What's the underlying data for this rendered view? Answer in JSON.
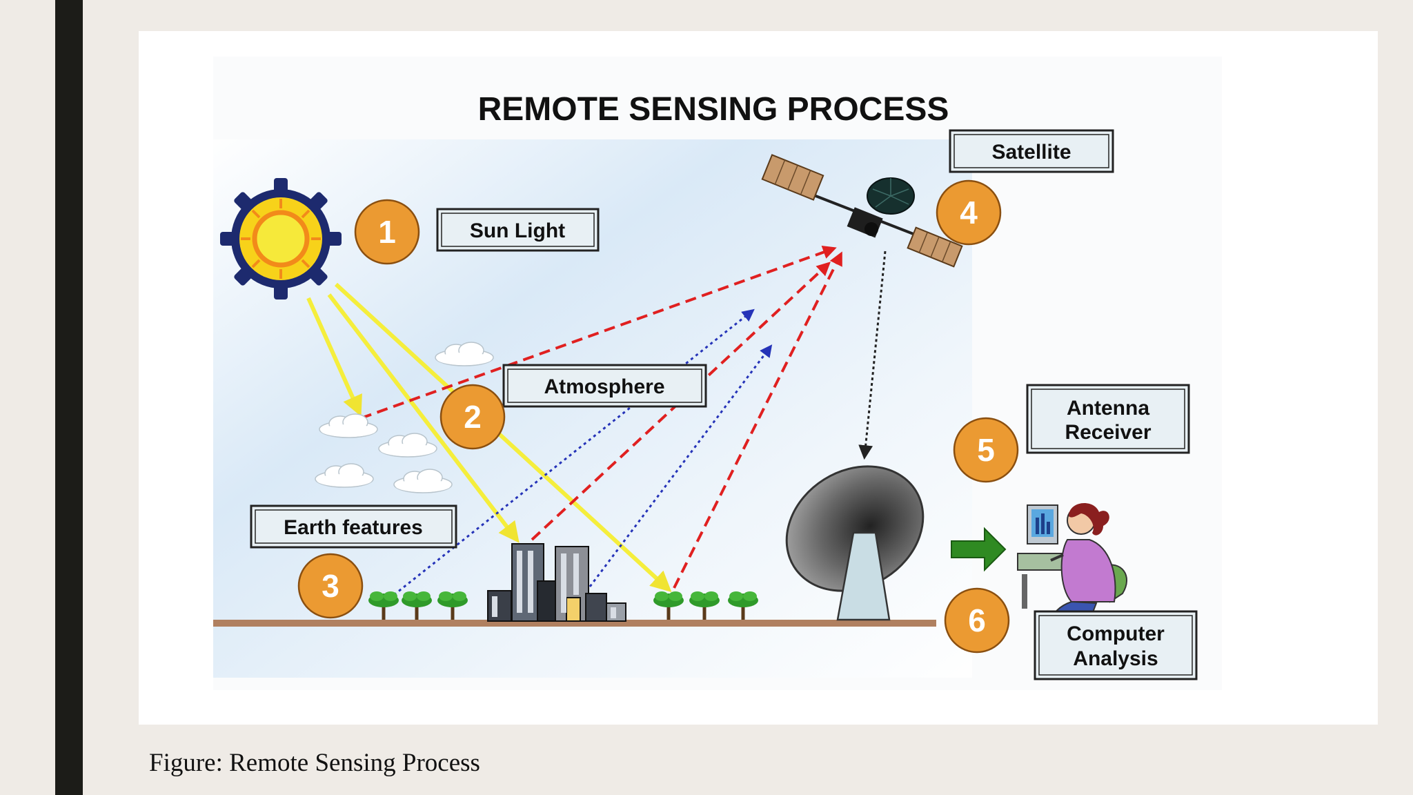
{
  "diagram": {
    "title": "REMOTE SENSING PROCESS",
    "labels": {
      "sun_light": "Sun Light",
      "atmosphere": "Atmosphere",
      "earth_features": "Earth features",
      "satellite": "Satellite",
      "antenna_line1": "Antenna",
      "antenna_line2": "Receiver",
      "computer_line1": "Computer",
      "computer_line2": "Analysis"
    },
    "steps": [
      "1",
      "2",
      "3",
      "4",
      "5",
      "6"
    ],
    "colors": {
      "sun_ray": "#f5ee3c",
      "reflected_ray": "#e02020",
      "scattered_ray": "#2533b8",
      "downlink": "#222222",
      "badge": "#eb9a32",
      "ground": "#b08060",
      "arrow": "#2f8a22"
    },
    "icons": [
      "sun-icon",
      "satellite-icon",
      "cloud-icon",
      "tree-icon",
      "city-icon",
      "antenna-dish-icon",
      "computer-user-icon"
    ]
  },
  "caption": "Figure: Remote Sensing Process"
}
